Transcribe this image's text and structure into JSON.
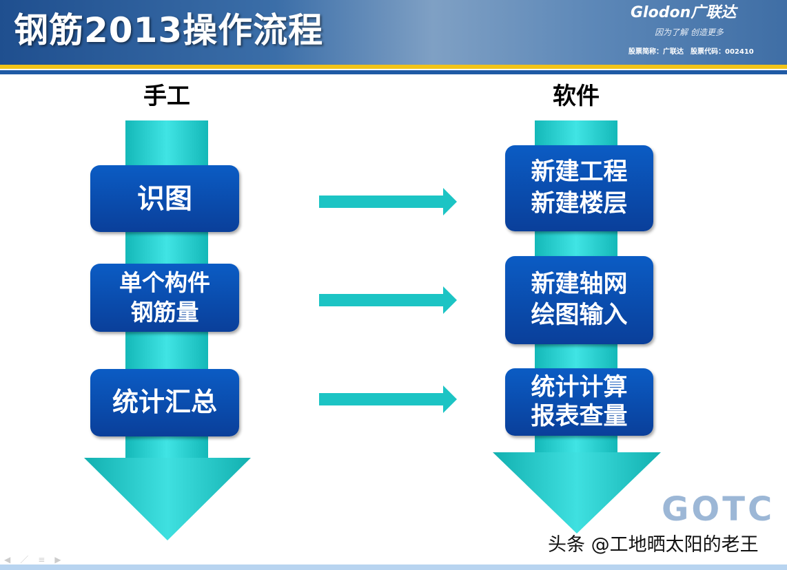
{
  "header": {
    "title": "钢筋2013操作流程",
    "logo": "Glodon广联达",
    "slogan": "因为了解 创造更多",
    "stock": "股票简称：广联达　股票代码：002410"
  },
  "columns": {
    "manual": {
      "label": "手工",
      "steps": [
        [
          "识图"
        ],
        [
          "单个构件",
          "钢筋量"
        ],
        [
          "统计汇总"
        ]
      ]
    },
    "software": {
      "label": "软件",
      "steps": [
        [
          "新建工程",
          "新建楼层"
        ],
        [
          "新建轴网",
          "绘图输入"
        ],
        [
          "统计计算",
          "报表查量"
        ]
      ]
    }
  },
  "colors": {
    "box": "#0a4fb0",
    "arrow": "#1cc8c8",
    "header": "#2d5f9c"
  },
  "watermark": "头条 @工地晒太阳的老王",
  "watermark_logo": "GOTC",
  "nav_icons": [
    "prev-icon",
    "pen-icon",
    "menu-icon",
    "next-icon"
  ]
}
